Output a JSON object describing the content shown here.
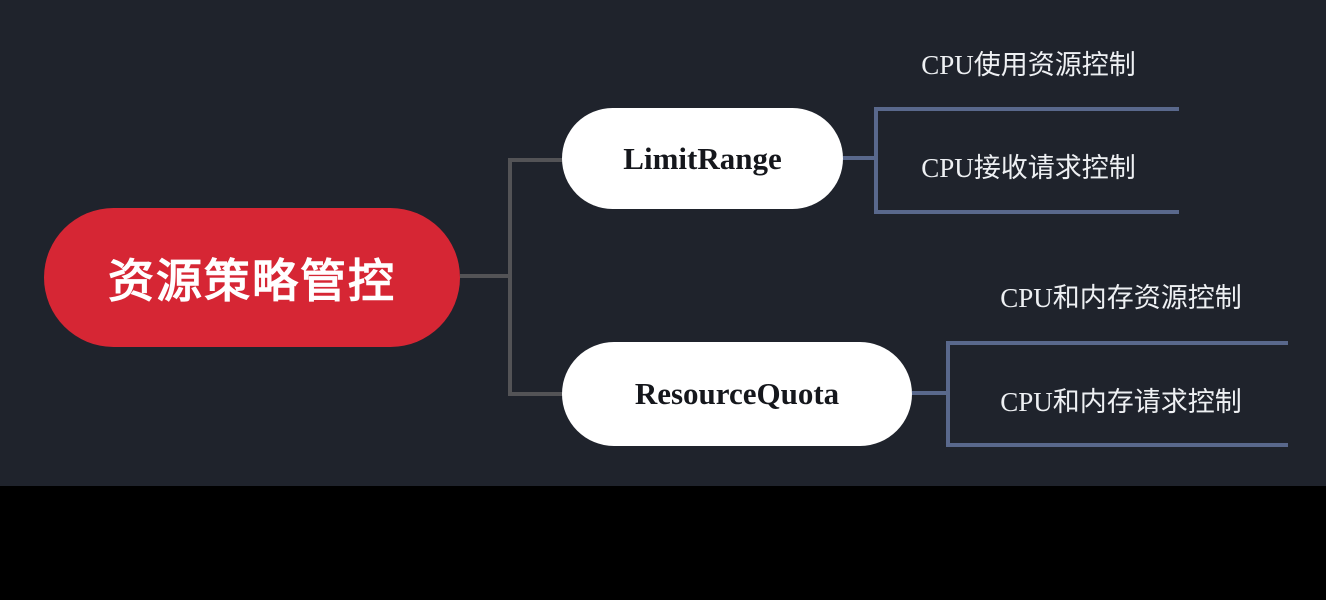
{
  "colors": {
    "background": "#1f232c",
    "letterbox": "#000000",
    "root_fill": "#d62634",
    "root_text": "#ffffff",
    "branch_fill": "#ffffff",
    "branch_text": "#15171c",
    "trunk_connector": "#535356",
    "leaf_connector": "#59688c",
    "leaf_text": "#eef0f3"
  },
  "mindmap": {
    "root": {
      "label": "资源策略管控"
    },
    "branches": [
      {
        "label": "LimitRange",
        "leaves": [
          {
            "label": "CPU使用资源控制"
          },
          {
            "label": "CPU接收请求控制"
          }
        ]
      },
      {
        "label": "ResourceQuota",
        "leaves": [
          {
            "label": "CPU和内存资源控制"
          },
          {
            "label": "CPU和内存请求控制"
          }
        ]
      }
    ]
  }
}
